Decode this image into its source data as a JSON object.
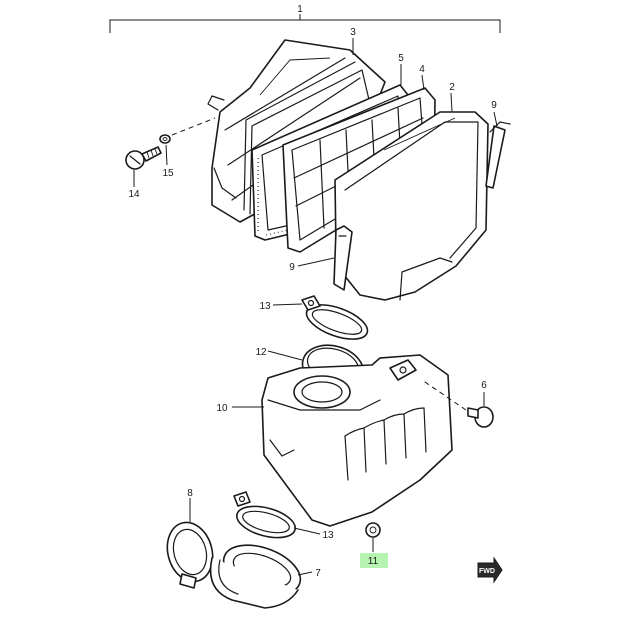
{
  "callouts": {
    "c1": "1",
    "c2": "2",
    "c3": "3",
    "c4": "4",
    "c5": "5",
    "c6": "6",
    "c7": "7",
    "c8": "8",
    "c9a": "9",
    "c9b": "9",
    "c10": "10",
    "c11": "11",
    "c12": "12",
    "c13a": "13",
    "c13b": "13",
    "c14": "14",
    "c15": "15"
  },
  "highlight_color": "#b7f3b0",
  "fwd_label": "FWD"
}
